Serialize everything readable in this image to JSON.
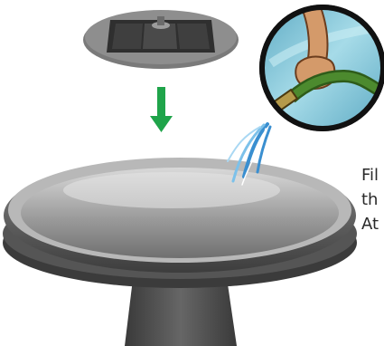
{
  "instruction": {
    "lines": [
      "Fil",
      "th",
      "At"
    ]
  },
  "colors": {
    "arrow": "#1fa44a",
    "lens_background": "#7fc4d8",
    "hose": "#4c8a2e",
    "basin": "#5f5f5f"
  },
  "icons": {
    "arrow": "down-arrow-icon",
    "hose": "garden-hose-icon"
  }
}
